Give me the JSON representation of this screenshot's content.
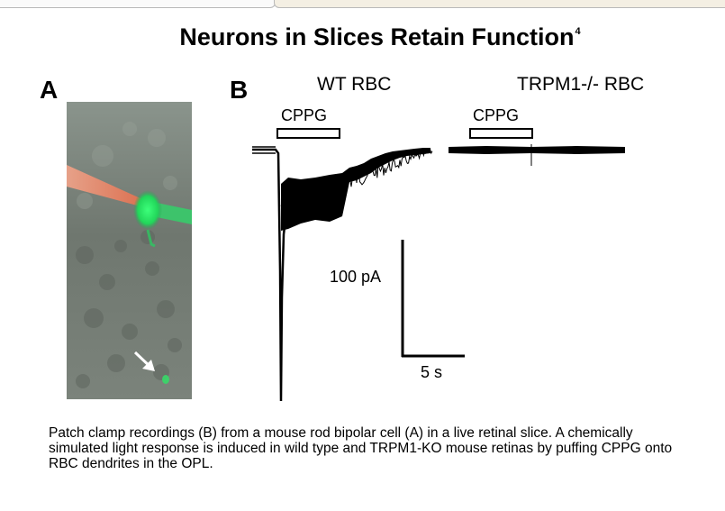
{
  "title": "Neurons in Slices Retain Function",
  "title_ref": "4",
  "panel_a_label": "A",
  "panel_b_label": "B",
  "wt_label": "WT RBC",
  "ko_label": "TRPM1-/-  RBC",
  "wt_stim_label": "CPPG",
  "ko_stim_label": "CPPG",
  "scale_current": "100 pA",
  "scale_time": "5 s",
  "caption": "Patch clamp recordings (B) from a mouse rod bipolar cell (A) in a live retinal slice. A chemically simulated light response is induced in wild type and TRPM1-KO mouse retinas by puffing CPPG onto RBC dendrites in the OPL.",
  "colors": {
    "micrograph_bg": "#787e78",
    "cell_fluorescence": "#2fe36a",
    "pipette": "#f08a68"
  }
}
